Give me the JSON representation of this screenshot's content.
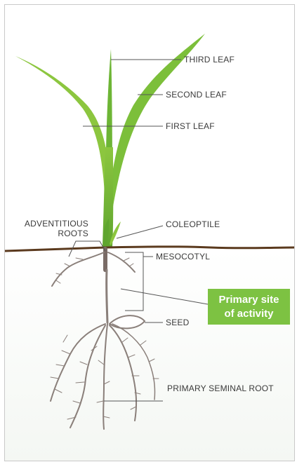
{
  "labels": {
    "third_leaf": "THIRD LEAF",
    "second_leaf": "SECOND LEAF",
    "first_leaf": "FIRST LEAF",
    "coleoptile": "COLEOPTILE",
    "adventitious_line1": "ADVENTITIOUS",
    "adventitious_line2": "ROOTS",
    "mesocotyl": "MESOCOTYL",
    "seed": "SEED",
    "primary_seminal_root": "PRIMARY SEMINAL ROOT"
  },
  "callout": {
    "line1": "Primary site",
    "line2": "of activity"
  },
  "colors": {
    "leaf_light": "#8cc63f",
    "leaf_dark": "#5fa52f",
    "soil_line": "#5b3a1e",
    "root": "#8a7f7a",
    "callout_bg": "#7dc242",
    "label_text": "#3a3a3a",
    "leader": "#555555"
  }
}
